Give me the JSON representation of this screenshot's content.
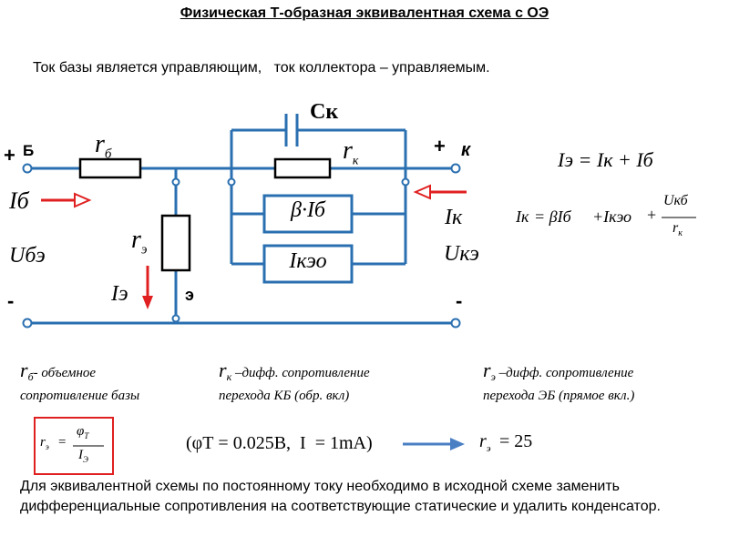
{
  "title": "Физическая Т-образная эквивалентная схема с ОЭ",
  "subtitle": "Ток базы является управляющим,   ток коллектора – управляемым.",
  "circuit": {
    "capacitor": "Ск",
    "r_base_sym": "r",
    "r_base_sub": "б",
    "r_col_sym": "r",
    "r_col_sub": "к",
    "r_emit_sym": "r",
    "r_emit_sub": "э",
    "current_source": "β·Iб",
    "leakage_source": "Iкэо",
    "base_node": "Б",
    "collector_node": "к",
    "emitter_node": "э",
    "plus_left": "+",
    "plus_right": "+",
    "minus_left": "-",
    "minus_right": "-",
    "base_current": "Iб",
    "collector_current": "Iк",
    "emitter_current": "Iэ",
    "voltage_be": "Uбэ",
    "voltage_ce": "Uкэ"
  },
  "equations": {
    "kirchhoff": "Iэ = Iк + Iб",
    "collector_lhs": "Iк",
    "collector_rhs_1": "= βIб",
    "collector_rhs_2": "+Iкэо",
    "collector_plus": "+",
    "collector_frac_num": "Uкб",
    "collector_frac_den_sym": "r",
    "collector_frac_den_sub": "к",
    "re_lhs_sym": "r",
    "re_lhs_sub": "э",
    "re_eq": "=",
    "re_num_sym": "φ",
    "re_num_sub": "T",
    "re_den_sym": "I",
    "re_den_sub": "Э",
    "conditions": "(φТ = 0.025В,  I  = 1mA)",
    "result_sym": "r",
    "result_sub": "э",
    "result_val": "= 25"
  },
  "notes": {
    "rb_sym": "r",
    "rb_sub": "б",
    "rb_text": "- объемное",
    "rb_text2": "сопротивление базы",
    "rk_sym": "r",
    "rk_sub": "к",
    "rk_text": " –дифф. сопротивление",
    "rk_text2": "перехода КБ (обр. вкл)",
    "re_sym": "r",
    "re_sub": "э",
    "re_text": " –дифф. сопротивление",
    "re_text2": "перехода ЭБ (прямое вкл.)"
  },
  "bottom_text": "Для эквивалентной схемы по постоянному току необходимо в исходной схеме заменить дифференциальные сопротивления на соответствующие  статические и удалить конденсатор.",
  "colors": {
    "wire": "#2a6fb0",
    "arrow": "#e02020",
    "box": "#e02020",
    "blue_arrow": "#4a7fc4"
  }
}
